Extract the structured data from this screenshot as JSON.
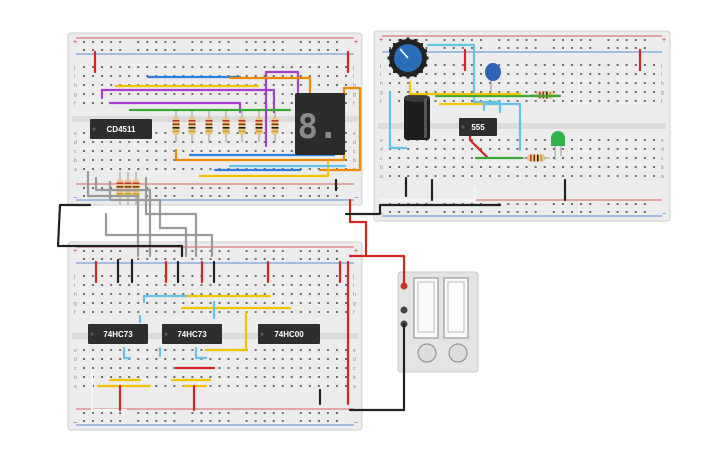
{
  "title": "",
  "colors": {
    "board": "#ececec",
    "board_edge": "#cfcfcf",
    "rail_red": "#d12b2b",
    "rail_blue": "#2a6fd1",
    "hole": "#6d6d6d",
    "chip": "#2e2e2e",
    "wire_red": "#d62424",
    "wire_black": "#222222",
    "wire_yellow": "#f2c400",
    "wire_orange": "#f08a00",
    "wire_purple": "#a33fc9",
    "wire_blue": "#2f7fdc",
    "wire_cyan": "#63c4e6",
    "wire_green": "#3aaa35",
    "wire_gray": "#9b9b9b",
    "wire_white": "#f5f5f5",
    "resistor": "#e7c78f"
  },
  "boards": [
    {
      "id": "top-left-breadboard",
      "name": "breadboard-top-left"
    },
    {
      "id": "top-right-breadboard",
      "name": "breadboard-top-right"
    },
    {
      "id": "bottom-breadboard",
      "name": "breadboard-bottom"
    }
  ],
  "row_letters_top": [
    "j",
    "i",
    "h",
    "g",
    "f"
  ],
  "row_letters_bottom": [
    "e",
    "d",
    "c",
    "b",
    "a"
  ],
  "rail_plus": "+",
  "rail_minus": "−",
  "chips": [
    {
      "name": "cd4511-chip",
      "label": "CD4511"
    },
    {
      "name": "timer-555-chip",
      "label": "555"
    },
    {
      "name": "74hc73-chip-1",
      "label": "74HC73"
    },
    {
      "name": "74hc73-chip-2",
      "label": "74HC73"
    },
    {
      "name": "74hc00-chip",
      "label": "74HC00"
    }
  ],
  "display": {
    "name": "seven-segment-display",
    "digit": "8."
  },
  "power_supply": {
    "name": "dual-power-supply"
  }
}
